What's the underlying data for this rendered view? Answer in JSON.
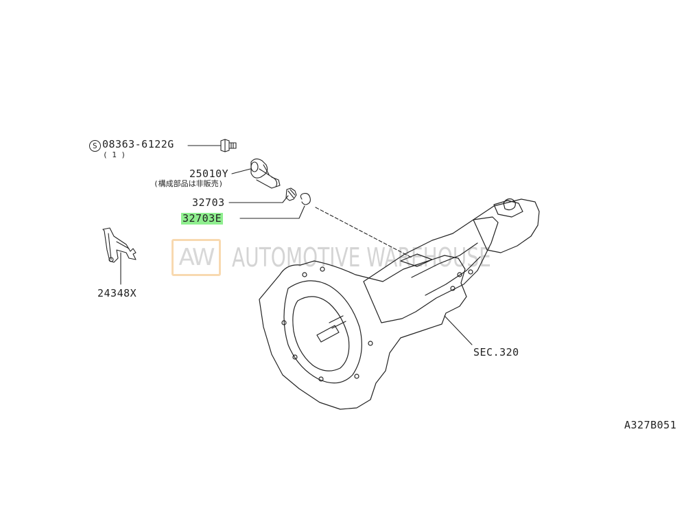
{
  "watermark": {
    "logo_text": "AW",
    "text": "AUTOMOTIVE WAREHOUSE"
  },
  "callouts": {
    "bolt": {
      "prefix_symbol": "S",
      "part_no": "08363-6122G",
      "qty": "( 1 )"
    },
    "sensor": {
      "part_no": "25010Y",
      "note": "(構成部品は非販売)"
    },
    "gear": {
      "part_no": "32703"
    },
    "clip": {
      "part_no": "32703E",
      "highlighted": true
    },
    "bracket": {
      "part_no": "24348X"
    },
    "transmission": {
      "part_no": "SEC.320"
    }
  },
  "figure_code": "A327B051",
  "colors": {
    "line": "#222222",
    "highlight": "#8fef8f",
    "watermark_border": "#f8d9b0",
    "watermark_text": "#d4d4d4"
  }
}
